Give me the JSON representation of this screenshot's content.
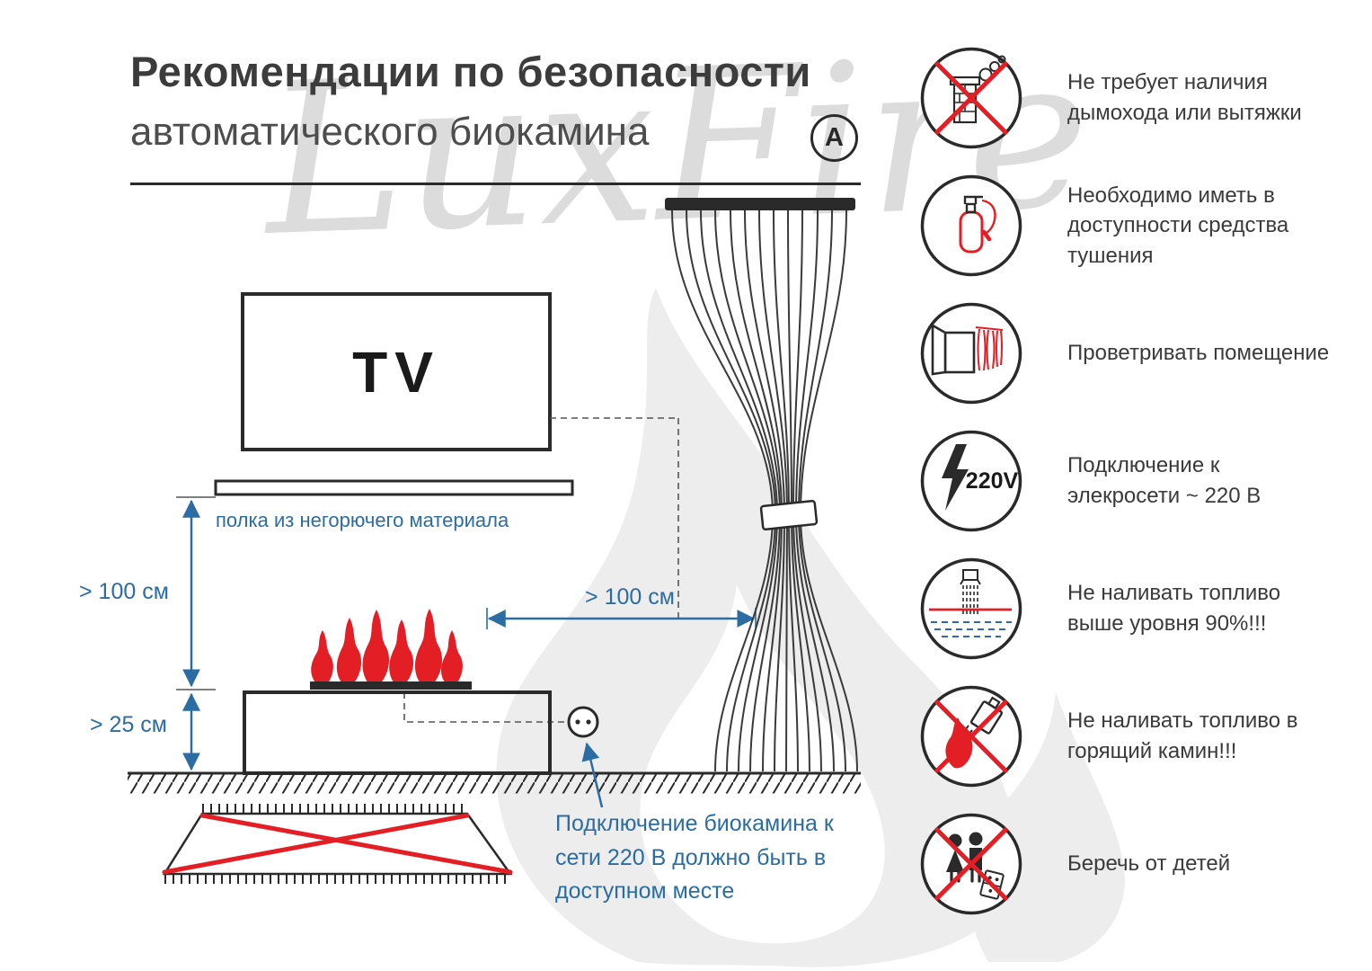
{
  "colors": {
    "accent_blue": "#2b6ca3",
    "danger_red": "#e31e24",
    "ink": "#2a2a2a",
    "watermark_gray": "#dcdcdc"
  },
  "header": {
    "title_line1": "Рекомендации по безопасности",
    "title_line2": "автоматического биокамина",
    "mark": "A"
  },
  "watermark_text": "LuxFire",
  "diagram": {
    "tv_label": "TV",
    "shelf_label": "полка из негорючего материала",
    "dim_shelf_to_fireplace": "> 100 см",
    "dim_fireplace_to_floor": "> 25 см",
    "dim_fireplace_to_curtain": "> 100 см",
    "outlet_note": "Подключение биокамина к сети 220 В должно быть в доступном месте"
  },
  "safety_items": [
    {
      "name": "no-chimney-required",
      "text": "Не требует наличия дымохода или вытяжки"
    },
    {
      "name": "extinguisher-accessible",
      "text": "Необходимо иметь в доступности средства тушения"
    },
    {
      "name": "ventilate-room",
      "text": "Проветривать помещение"
    },
    {
      "name": "power-connection",
      "text": "Подключение к элекросети ~ 220 В",
      "badge": "220V"
    },
    {
      "name": "fuel-level-limit",
      "text": "Не наливать топливо выше уровня 90%!!!"
    },
    {
      "name": "no-refuel-burning",
      "text": "Не наливать топливо в горящий камин!!!"
    },
    {
      "name": "keep-from-children",
      "text": "Беречь от детей"
    }
  ]
}
